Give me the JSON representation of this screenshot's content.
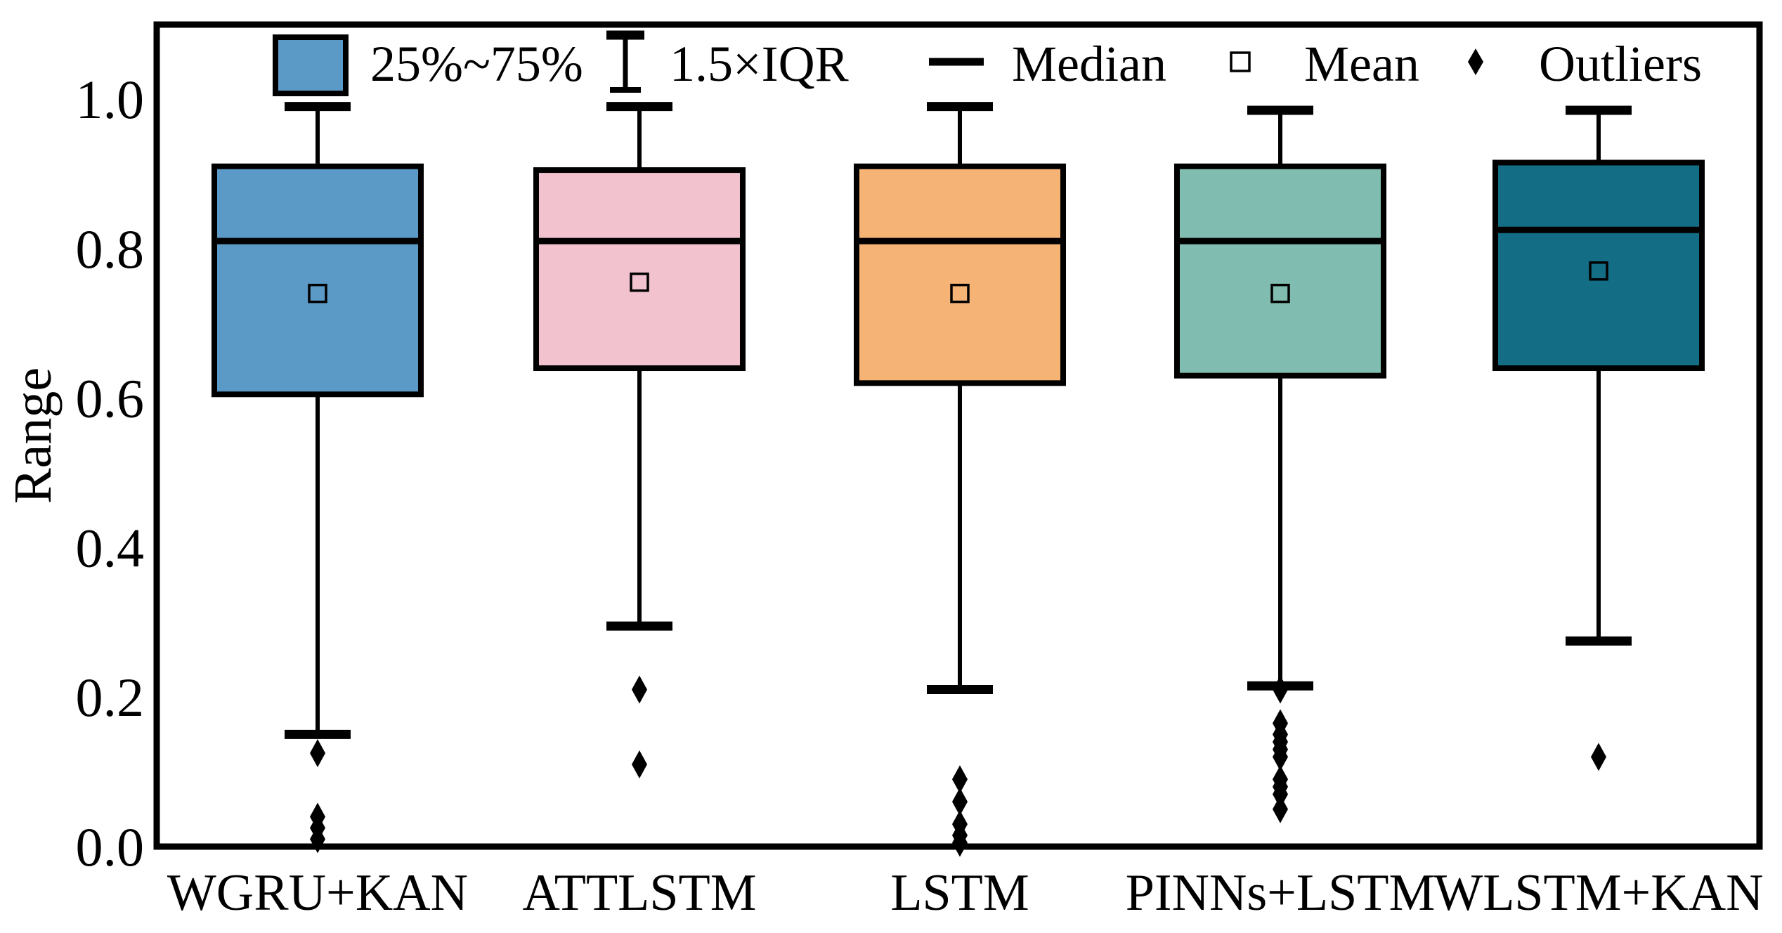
{
  "figure": {
    "background": "#ffffff",
    "axis_color": "#000000",
    "ylabel": "Range"
  },
  "legend": {
    "position": "top-inside",
    "items": [
      {
        "label": "25%~75%",
        "glyph": "iqr-box-swatch"
      },
      {
        "label": "1.5×IQR",
        "glyph": "whisker-error-bar"
      },
      {
        "label": "Median",
        "glyph": "median-line"
      },
      {
        "label": "Mean",
        "glyph": "mean-open-square"
      },
      {
        "label": "Outliers",
        "glyph": "outlier-diamond"
      }
    ]
  },
  "chart_data": {
    "type": "box",
    "title": "",
    "xlabel": "",
    "ylabel": "Range",
    "ylim": [
      0.0,
      1.1
    ],
    "grid": false,
    "yticks": [
      0.0,
      0.2,
      0.4,
      0.6,
      0.8,
      1.0
    ],
    "yticklabels": [
      "0.0",
      "0.2",
      "0.4",
      "0.6",
      "0.8",
      "1.0"
    ],
    "categories": [
      "WGRU+KAN",
      "ATTLSTM",
      "LSTM",
      "PINNs+LSTM",
      "WLSTM+KAN"
    ],
    "series": [
      {
        "name": "WGRU+KAN",
        "color": "#5b99c6",
        "whisker_high": 0.99,
        "q3": 0.91,
        "median": 0.81,
        "mean": 0.74,
        "q1": 0.605,
        "whisker_low": 0.15,
        "outliers": [
          0.125,
          0.04,
          0.025,
          0.01
        ]
      },
      {
        "name": "ATTLSTM",
        "color": "#f2c3cf",
        "whisker_high": 0.99,
        "q3": 0.905,
        "median": 0.81,
        "mean": 0.755,
        "q1": 0.64,
        "whisker_low": 0.295,
        "outliers": [
          0.21,
          0.11
        ]
      },
      {
        "name": "LSTM",
        "color": "#f5b376",
        "whisker_high": 0.99,
        "q3": 0.91,
        "median": 0.81,
        "mean": 0.74,
        "q1": 0.62,
        "whisker_low": 0.21,
        "outliers": [
          0.09,
          0.06,
          0.03,
          0.015,
          0.005
        ]
      },
      {
        "name": "PINNs+LSTM",
        "color": "#80bcb0",
        "whisker_high": 0.985,
        "q3": 0.91,
        "median": 0.81,
        "mean": 0.74,
        "q1": 0.63,
        "whisker_low": 0.215,
        "outliers": [
          0.21,
          0.165,
          0.15,
          0.14,
          0.13,
          0.12,
          0.09,
          0.08,
          0.07,
          0.05
        ]
      },
      {
        "name": "WLSTM+KAN",
        "color": "#136e85",
        "whisker_high": 0.985,
        "q3": 0.915,
        "median": 0.825,
        "mean": 0.77,
        "q1": 0.64,
        "whisker_low": 0.275,
        "outliers": [
          0.12
        ]
      }
    ],
    "legend_entries": [
      "25%~75%",
      "1.5×IQR",
      "Median",
      "Mean",
      "Outliers"
    ]
  }
}
